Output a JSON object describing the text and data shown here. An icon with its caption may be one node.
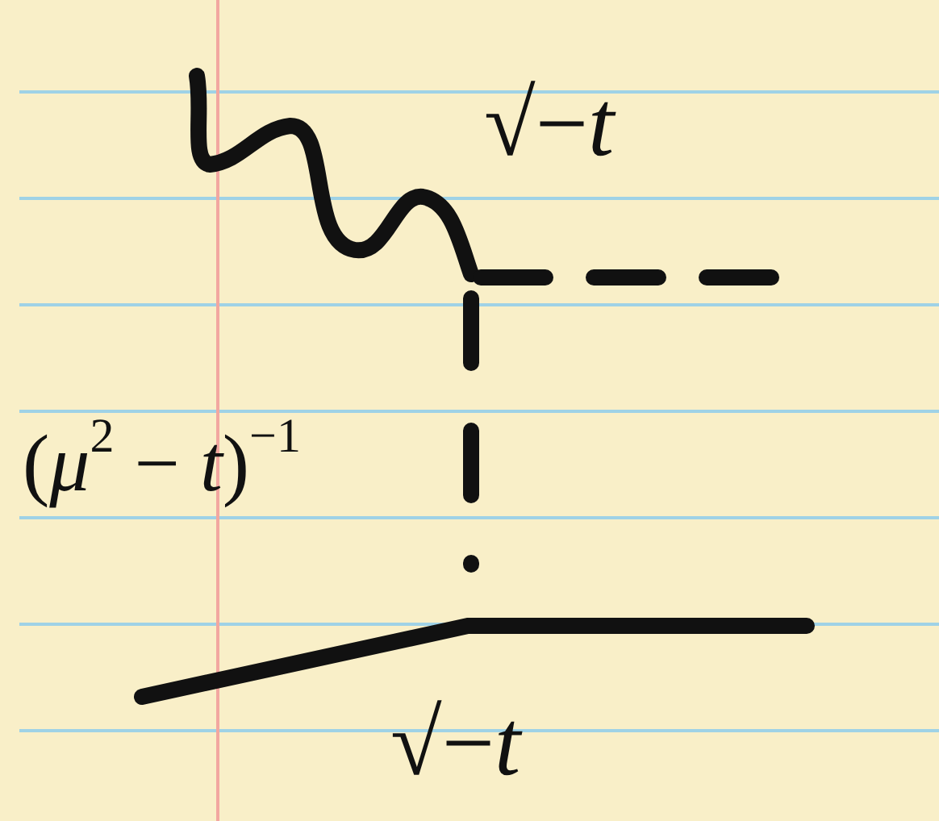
{
  "diagram": {
    "labels": [
      "√−*t*",
      "(*μ*$^{2}$ − *t*)$^{−1}$",
      "√−*t*"
    ]
  }
}
